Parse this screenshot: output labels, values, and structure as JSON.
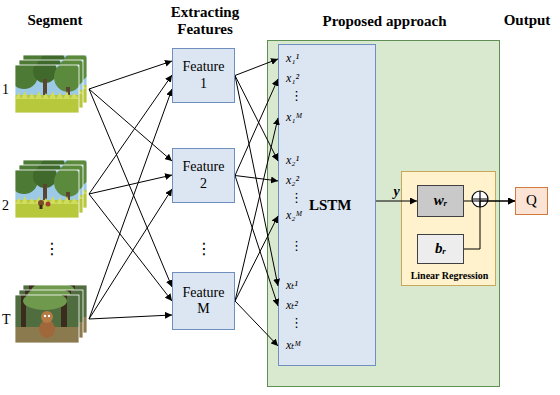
{
  "diagram": {
    "nodes": [
      {
        "text": [
          "Feature 1"
        ]
      },
      {
        "text": [
          "Feature 2"
        ]
      },
      {
        "text": [
          "Feature M"
        ]
      },
      {
        "text": [
          "Proposed approach"
        ]
      },
      {
        "text": [
          "x₁¹",
          "x₁²",
          "⋮",
          "x₁ᴹ",
          "x₂¹",
          "x₂²",
          "⋮",
          "x₂ᴹ",
          "⋮",
          "xₜ¹",
          "xₜ²",
          "⋮",
          "xₜᴹ",
          "LSTM"
        ],
        "in": 3
      },
      {
        "text": [
          "Linear Regression"
        ],
        "in": 3
      },
      {
        "text": [
          "wᵣ"
        ],
        "in": 5
      },
      {
        "text": [
          "bᵣ"
        ],
        "in": 5
      },
      {
        "text": [
          "Q"
        ]
      }
    ],
    "edges": [
      {
        "from": 0,
        "to": 4,
        "arrow": "to"
      },
      {
        "from": 0,
        "to": 4,
        "arrow": "to"
      },
      {
        "from": 0,
        "to": 4,
        "arrow": "to"
      },
      {
        "from": 1,
        "to": 4,
        "arrow": "to"
      },
      {
        "from": 1,
        "to": 4,
        "arrow": "to"
      },
      {
        "from": 1,
        "to": 4,
        "arrow": "to"
      },
      {
        "from": 2,
        "to": 4,
        "arrow": "to"
      },
      {
        "from": 2,
        "to": 4,
        "arrow": "to"
      },
      {
        "from": 2,
        "to": 4,
        "arrow": "to"
      },
      {
        "from": 4,
        "to": 6,
        "label": "y",
        "arrow": "to"
      },
      {
        "from": 6,
        "to": 8,
        "arrow": "to"
      },
      {
        "from": 7,
        "to": 8,
        "arrow": "to"
      }
    ],
    "labels": [
      "Segment",
      "Extracting Features",
      "Output",
      "1",
      "2",
      "⋮",
      "T",
      "⋮"
    ]
  }
}
